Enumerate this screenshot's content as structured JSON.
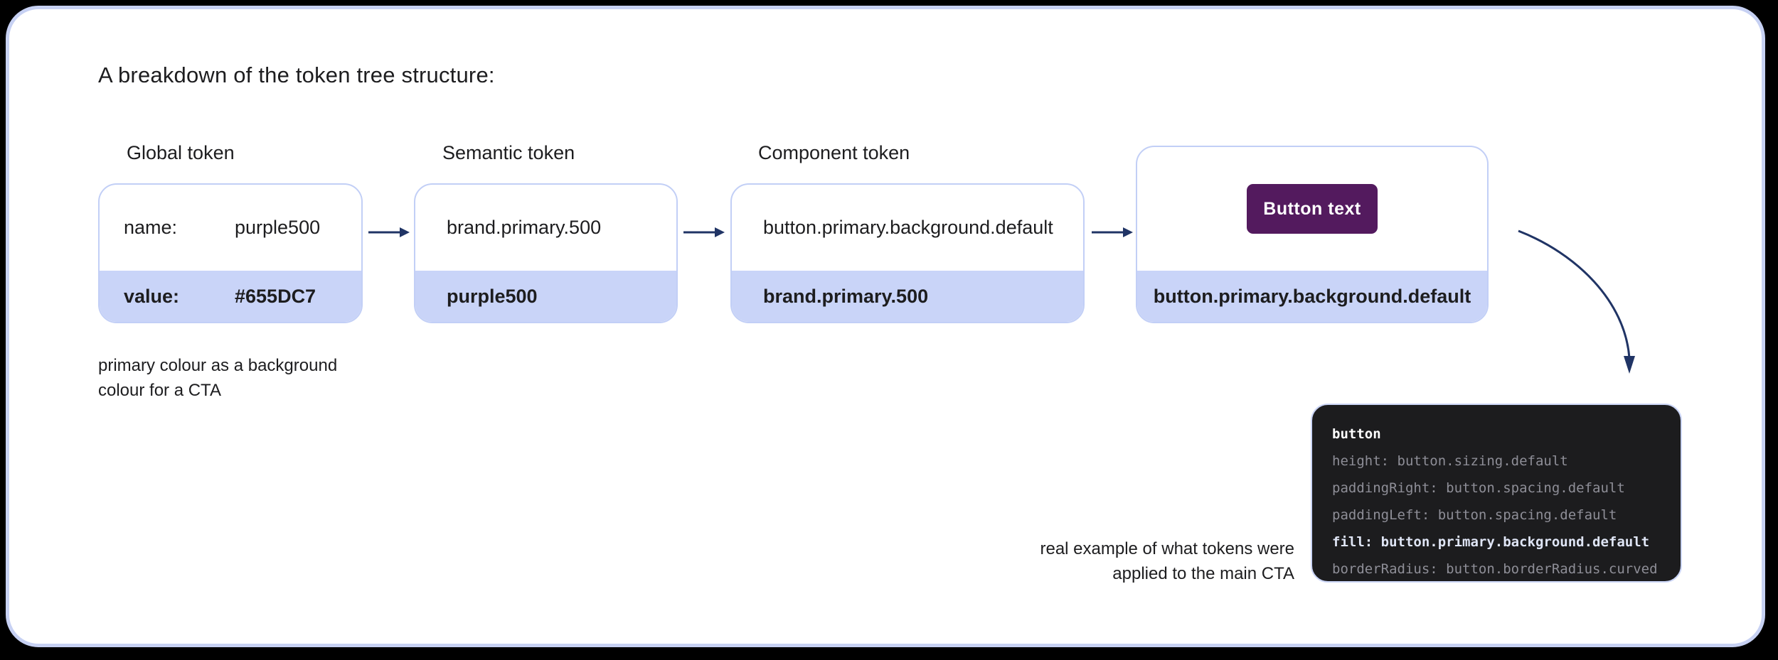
{
  "title": "A breakdown of the token tree structure:",
  "cards": [
    {
      "label": "Global token",
      "top": {
        "key": "name:",
        "value": "purple500"
      },
      "bottom": {
        "key": "value:",
        "value": "#655DC7"
      }
    },
    {
      "label": "Semantic token",
      "top_text": "brand.primary.500",
      "bottom_text": "purple500"
    },
    {
      "label": "Component token",
      "top_text": "button.primary.background.default",
      "bottom_text": "brand.primary.500"
    },
    {
      "button_label": "Button text",
      "bottom_text": "button.primary.background.default"
    }
  ],
  "captions": {
    "left_line1": "primary colour as a background",
    "left_line2": "colour for a CTA",
    "right_line1": "real example of what tokens were",
    "right_line2": "applied to the main CTA"
  },
  "code": {
    "line1": "button",
    "line2": "height: button.sizing.default",
    "line3": "paddingRight: button.spacing.default",
    "line4": "paddingLeft: button.spacing.default",
    "line5": "fill: button.primary.background.default",
    "line6": "borderRadius: button.borderRadius.curved"
  },
  "icons": {
    "arrow_right": "right-arrow",
    "curved_arrow": "curved-arrow-down"
  },
  "colors": {
    "token_hex_value": "#655DC7",
    "card_fill_accent": "#C9D4F8",
    "card_border": "#C2CFF6",
    "panel_border": "#C7D1F3",
    "arrow": "#203465",
    "cta_background": "#531A5E",
    "code_background": "#1C1C1E",
    "code_muted_text": "#8E8E97",
    "code_highlight_text": "#DFE5F5"
  }
}
